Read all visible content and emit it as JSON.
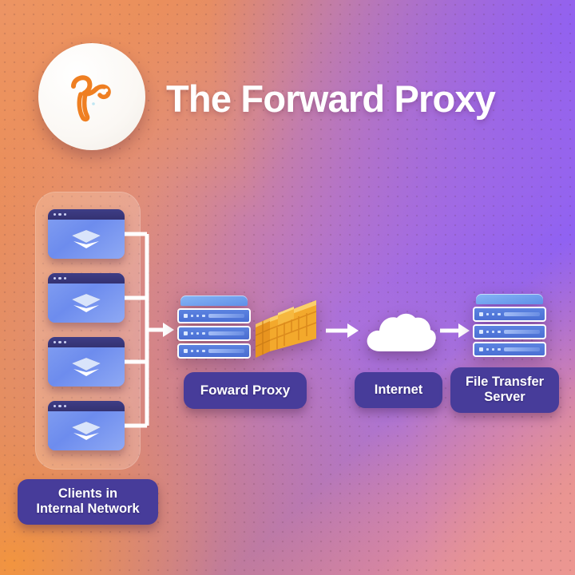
{
  "header": {
    "title": "The Forward Proxy",
    "logo_icon": "orange-squirrel-logo-icon",
    "logo_color": "#ef7f22",
    "title_color": "#ffffff"
  },
  "theme": {
    "background_gradient_from": "#f2943f",
    "background_gradient_via": "#c07ab8",
    "background_gradient_to": "#9060f2",
    "pill_color": "#473c9a",
    "connector_color": "#ffffff",
    "server_blue": "#4a6fd4",
    "firewall_gold": "#f0a92e",
    "client_panel_tint": "rgba(255,235,220,0.26)"
  },
  "diagram": {
    "type": "network-architecture",
    "clients": {
      "panel_name": "clients-group-panel",
      "label": "Clients in\nInternal Network",
      "label_line_1": "Clients in",
      "label_line_2": "Internal Network",
      "count": 4,
      "items": [
        {
          "name": "client-window-1",
          "icon": "layers-chevron-icon",
          "dots": 3
        },
        {
          "name": "client-window-2",
          "icon": "layers-chevron-icon",
          "dots": 3
        },
        {
          "name": "client-window-3",
          "icon": "layers-chevron-icon",
          "dots": 3
        },
        {
          "name": "client-window-4",
          "icon": "layers-chevron-icon",
          "dots": 3
        }
      ]
    },
    "nodes": [
      {
        "id": "forward-proxy",
        "label": "Foward Proxy",
        "icon": "server-rack-icon",
        "extra_icon": "brick-firewall-icon",
        "units": 3
      },
      {
        "id": "internet",
        "label": "Internet",
        "icon": "cloud-icon"
      },
      {
        "id": "file-transfer-server",
        "label": "File Transfer\nServer",
        "label_line_1": "File Transfer",
        "label_line_2": "Server",
        "icon": "server-rack-icon",
        "units": 3
      }
    ],
    "connections": [
      {
        "from": "clients",
        "to": "forward-proxy",
        "style": "bus-arrow"
      },
      {
        "from": "forward-proxy",
        "to": "internet",
        "style": "arrow"
      },
      {
        "from": "internet",
        "to": "file-transfer-server",
        "style": "arrow"
      }
    ]
  }
}
